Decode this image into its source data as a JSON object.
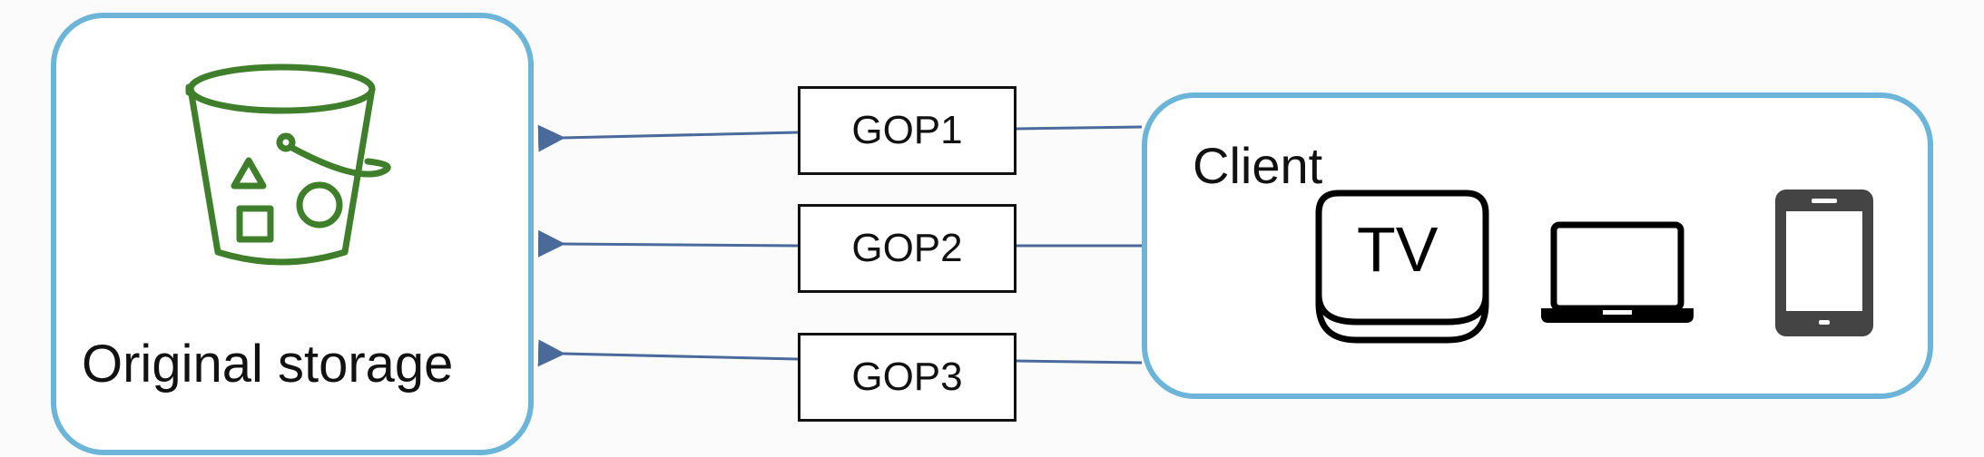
{
  "storage": {
    "label": "Original storage",
    "icon": "bucket-icon"
  },
  "client": {
    "label": "Client",
    "devices": [
      {
        "icon": "tv-icon",
        "text": "TV"
      },
      {
        "icon": "laptop-icon"
      },
      {
        "icon": "tablet-icon"
      }
    ]
  },
  "connections": [
    {
      "label": "GOP1"
    },
    {
      "label": "GOP2"
    },
    {
      "label": "GOP3"
    }
  ],
  "colors": {
    "box_border": "#6cb4d8",
    "arrow": "#4a6a9c",
    "bucket": "#3f7f2b",
    "text": "#111111"
  }
}
